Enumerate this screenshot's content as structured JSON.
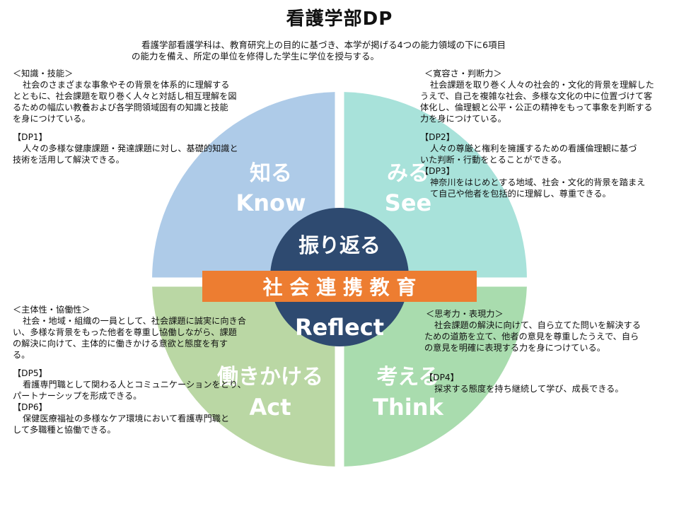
{
  "title": "看護学部DP",
  "intro": {
    "line1": "看護学部看護学科は、教育研究上の目的に基づき、本学が掲げる4つの能力領域の下に6項目",
    "line2": "の能力を備え、所定の単位を修得した学生に学位を授与する。"
  },
  "quadrants": {
    "know": {
      "jp": "知る",
      "en": "Know",
      "color": "#aecbe8"
    },
    "see": {
      "jp": "みる",
      "en": "See",
      "color": "#a8e2da"
    },
    "act": {
      "jp": "働きかける",
      "en": "Act",
      "color": "#bad7a4"
    },
    "think": {
      "jp": "考える",
      "en": "Think",
      "color": "#a9dcae"
    }
  },
  "center": {
    "top": "振り返る",
    "bottom": "Reflect",
    "band": "社 会 連 携 教 育",
    "circle_color": "#2e4a70",
    "band_color": "#ed7d31"
  },
  "blocks": {
    "knowledge": {
      "heading": "＜知識・技能＞",
      "lines": [
        "社会のさまざまな事象やその背景を体系的に理解する",
        "とともに、社会課題を取り巻く人々と対話し相互理解を図",
        "るための幅広い教養および各学問領域固有の知識と技能",
        "を身につけている。"
      ],
      "dp1_label": "【DP1】",
      "dp1_lines": [
        "人々の多様な健康課題・発達課題に対し、基礎的知識と",
        "技術を活用して解決できる。"
      ]
    },
    "tolerance": {
      "heading": "＜寛容さ・判断力＞",
      "lines": [
        "社会課題を取り巻く人々の社会的・文化的背景を理解した",
        "うえで、自己を複雑な社会、多様な文化の中に位置づけて客",
        "体化し、倫理観と公平・公正の精神をもって事象を判断する",
        "力を身につけている。"
      ],
      "dp2_label": "【DP2】",
      "dp2_lines": [
        "人々の尊厳と権利を擁護するための看護倫理観に基づ",
        "いた判断・行動をとることができる。"
      ],
      "dp3_label": "【DP3】",
      "dp3_lines": [
        "神奈川をはじめとする地域、社会・文化的背景を踏まえ",
        "て自己や他者を包括的に理解し、尊重できる。"
      ]
    },
    "initiative": {
      "heading": "＜主体性・協働性＞",
      "lines": [
        "社会・地域・組織の一員として、社会課題に誠実に向き合",
        "い、多様な背景をもった他者を尊重し協働しながら、課題",
        "の解決に向けて、主体的に働きかける意欲と態度を有す",
        "る。"
      ],
      "dp5_label": "【DP5】",
      "dp5_lines": [
        "看護専門職として関わる人とコミュニケーションをとり、",
        "パートナーシップを形成できる。"
      ],
      "dp6_label": "【DP6】",
      "dp6_lines": [
        "保健医療福祉の多様なケア環境において看護専門職と",
        "して多職種と協働できる。"
      ]
    },
    "thinking": {
      "heading": "＜思考力・表現力＞",
      "lines": [
        "社会課題の解決に向けて、自ら立てた問いを解決する",
        "ための道筋を立て、他者の意見を尊重したうえで、自ら",
        "の意見を明確に表現する力を身につけている。"
      ],
      "dp4_label": "【DP4】",
      "dp4_lines": [
        "探求する態度を持ち継続して学び、成長できる。"
      ]
    }
  }
}
